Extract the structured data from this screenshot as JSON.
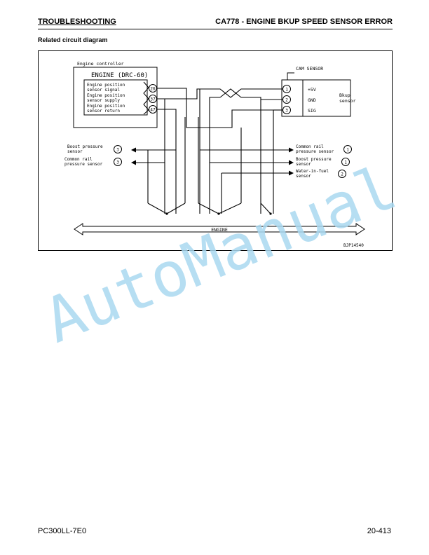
{
  "header": {
    "section": "TROUBLESHOOTING",
    "title": "CA778 - ENGINE BKUP SPEED SENSOR ERROR"
  },
  "subtitle": "Related circuit diagram",
  "diagram": {
    "controller_label": "Engine controller",
    "controller_name": "ENGINE (DRC-60)",
    "pins": [
      {
        "num": "26",
        "line1": "Engine position",
        "line2": "sensor signal"
      },
      {
        "num": "37",
        "line1": "Engine position",
        "line2": "sensor supply"
      },
      {
        "num": "47",
        "line1": "Engine position",
        "line2": "sensor return"
      }
    ],
    "sensor_label": "CAM SENSOR",
    "sensor_pins": [
      {
        "num": "1",
        "label": "+5V"
      },
      {
        "num": "2",
        "label": "GND"
      },
      {
        "num": "3",
        "label": "SIG"
      }
    ],
    "sensor_name_line1": "Bkup",
    "sensor_name_line2": "sensor",
    "left_branches": [
      {
        "line1": "Boost pressure",
        "line2": "sensor",
        "num": "3"
      },
      {
        "line1": "Common rail",
        "line2": "pressure sensor",
        "num": "3"
      }
    ],
    "right_branches": [
      {
        "line1": "Common rail",
        "line2": "pressure sensor",
        "num": "1"
      },
      {
        "line1": "Boost pressure",
        "line2": "sensor",
        "num": "1"
      },
      {
        "line1": "Water-in-fuel",
        "line2": "sensor",
        "num": "2"
      }
    ],
    "engine_label": "ENGINE",
    "figure_id": "BJP14540"
  },
  "watermark": "AutoManual",
  "footer": {
    "model": "PC300LL-7E0",
    "page": "20-413"
  },
  "colors": {
    "watermark": "#a9d8f0",
    "line": "#000000"
  }
}
